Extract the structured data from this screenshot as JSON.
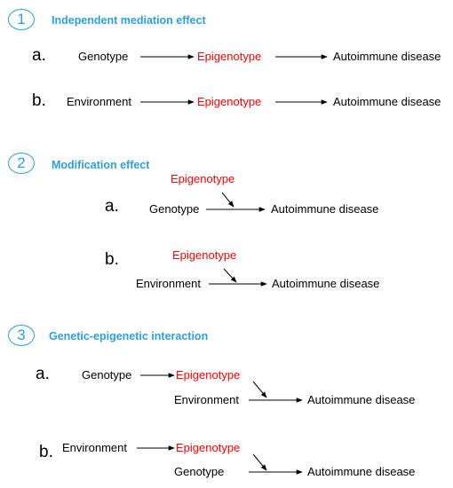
{
  "sections": [
    {
      "number": "1",
      "title": "Independent mediation effect",
      "items": [
        {
          "letter": "a.",
          "source": "Genotype",
          "mediator": "Epigenotype",
          "outcome": "Autoimmune disease"
        },
        {
          "letter": "b.",
          "source": "Environment",
          "mediator": "Epigenotype",
          "outcome": "Autoimmune disease"
        }
      ]
    },
    {
      "number": "2",
      "title": "Modification effect",
      "items": [
        {
          "letter": "a.",
          "modifier": "Epigenotype",
          "source": "Genotype",
          "outcome": "Autoimmune disease"
        },
        {
          "letter": "b.",
          "modifier": "Epigenotype",
          "source": "Environment",
          "outcome": "Autoimmune disease"
        }
      ]
    },
    {
      "number": "3",
      "title": "Genetic-epigenetic interaction",
      "items": [
        {
          "letter": "a.",
          "source": "Genotype",
          "mediator": "Epigenotype",
          "second": "Environment",
          "outcome": "Autoimmune disease"
        },
        {
          "letter": "b.",
          "source": "Environment",
          "mediator": "Epigenotype",
          "second": "Genotype",
          "outcome": "Autoimmune disease"
        }
      ]
    }
  ],
  "colors": {
    "accent": "#2e9fd9",
    "epigenotype": "#ff0000",
    "text": "#000000"
  }
}
